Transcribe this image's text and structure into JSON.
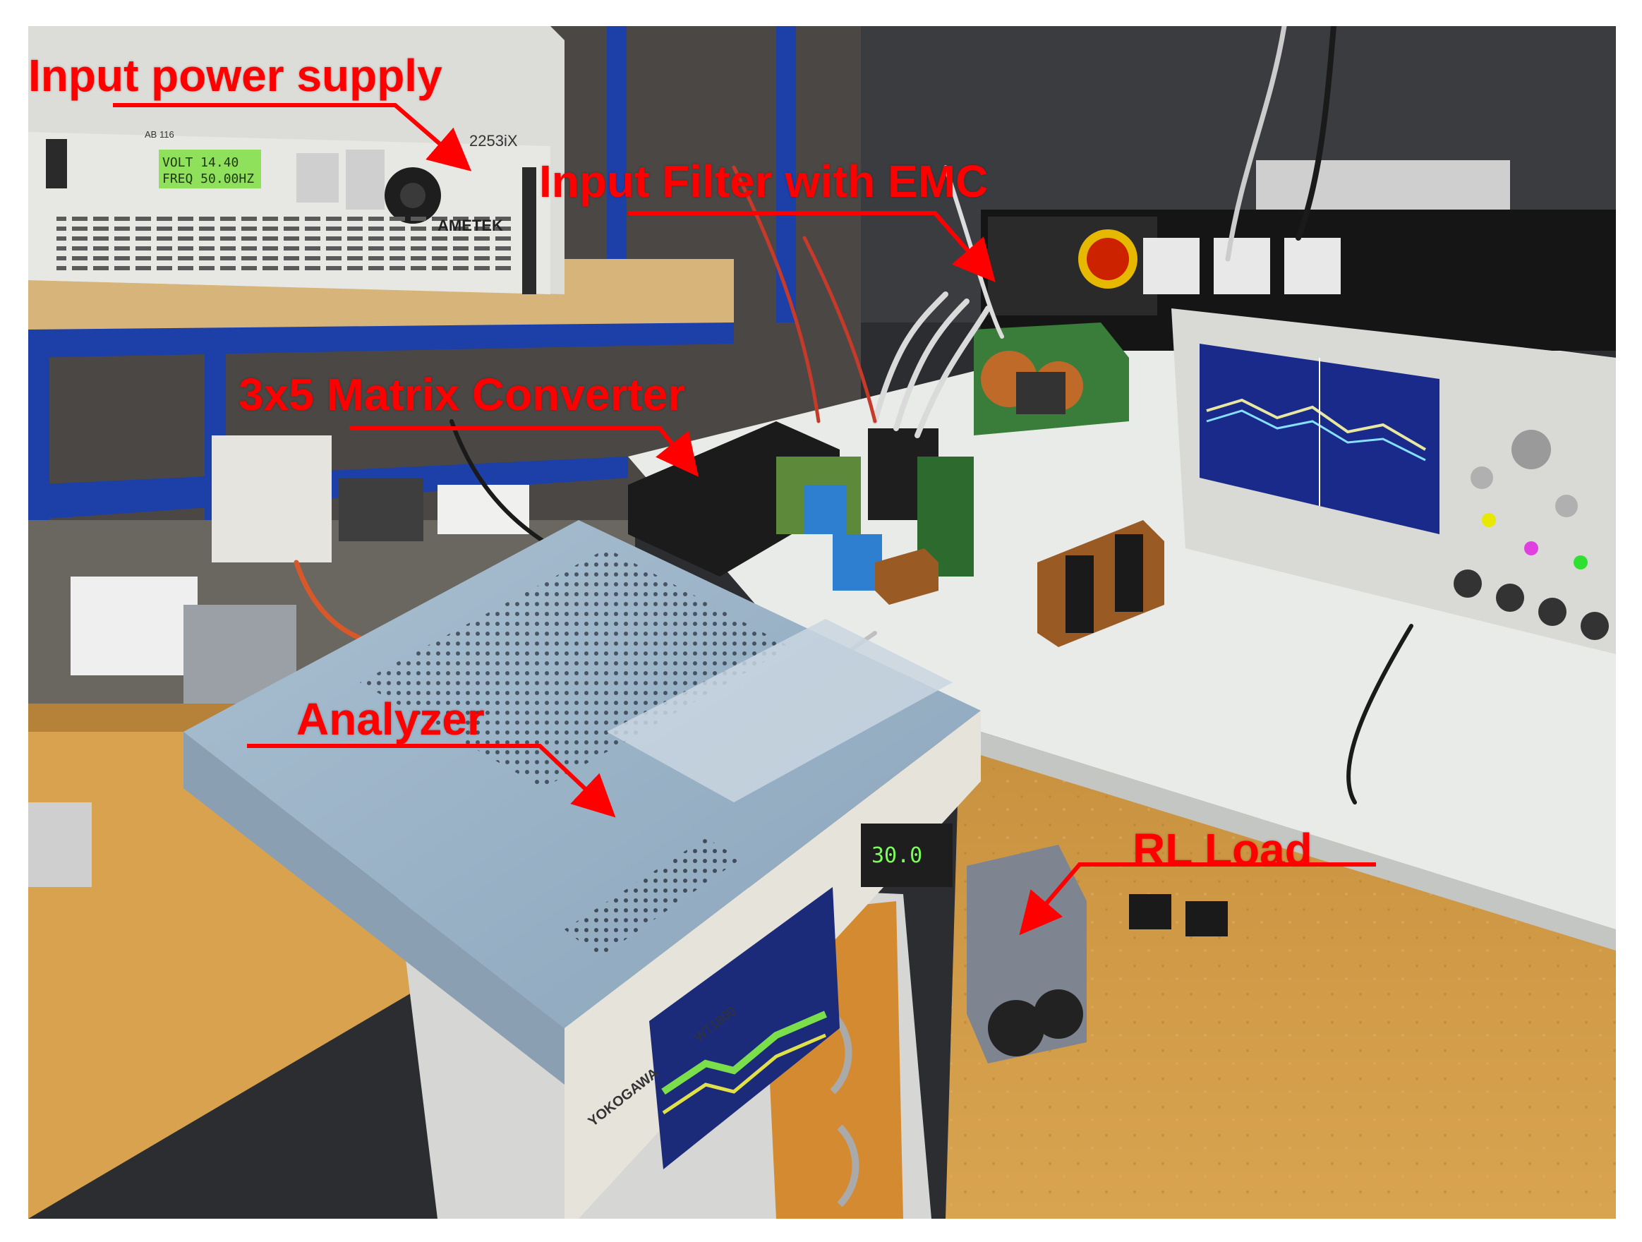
{
  "labels": {
    "input_power_supply": "Input power supply",
    "input_filter": "Input Filter with EMC",
    "matrix_converter": "3x5 Matrix Converter",
    "analyzer": "Analyzer",
    "rl_load": "RL Load"
  },
  "device_text": {
    "supply_brand": "AMETEK",
    "supply_model": "2253iX",
    "supply_badge": "AB 116",
    "supply_display_line1": "VOLT 14.40",
    "supply_display_line2": "FREQ 50.00HZ",
    "analyzer_brand": "YOKOGAWA",
    "analyzer_model": "WT1800",
    "analyzer_display": "30.0"
  },
  "colors": {
    "annotation": "#ff0000",
    "supply_display": "#8fe05a",
    "scope_screen": "#1a2a8a",
    "analyzer_screen": "#1c2a7a"
  }
}
